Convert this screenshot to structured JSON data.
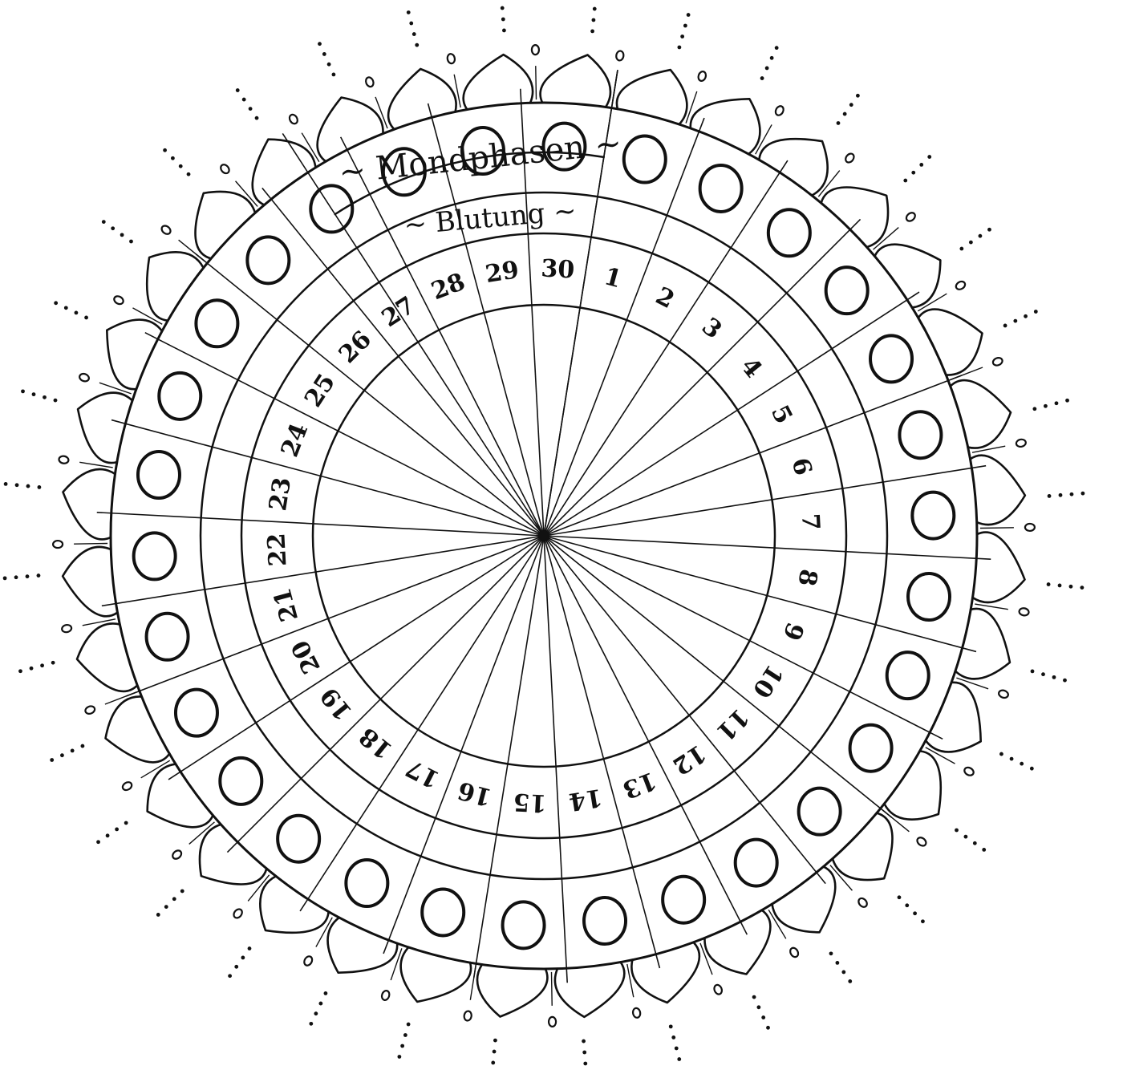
{
  "title": "~ Mondphasen ~",
  "subtitle": "~ Blutung ~",
  "days": [
    "1",
    "2",
    "3",
    "4",
    "5",
    "6",
    "7",
    "8",
    "9",
    "10",
    "11",
    "12",
    "13",
    "14",
    "15",
    "16",
    "17",
    "18",
    "19",
    "20",
    "21",
    "22",
    "23",
    "24",
    "25",
    "26",
    "27",
    "28",
    "29",
    "30"
  ],
  "colors": {
    "ink": "#111111",
    "paper": "#ffffff"
  }
}
